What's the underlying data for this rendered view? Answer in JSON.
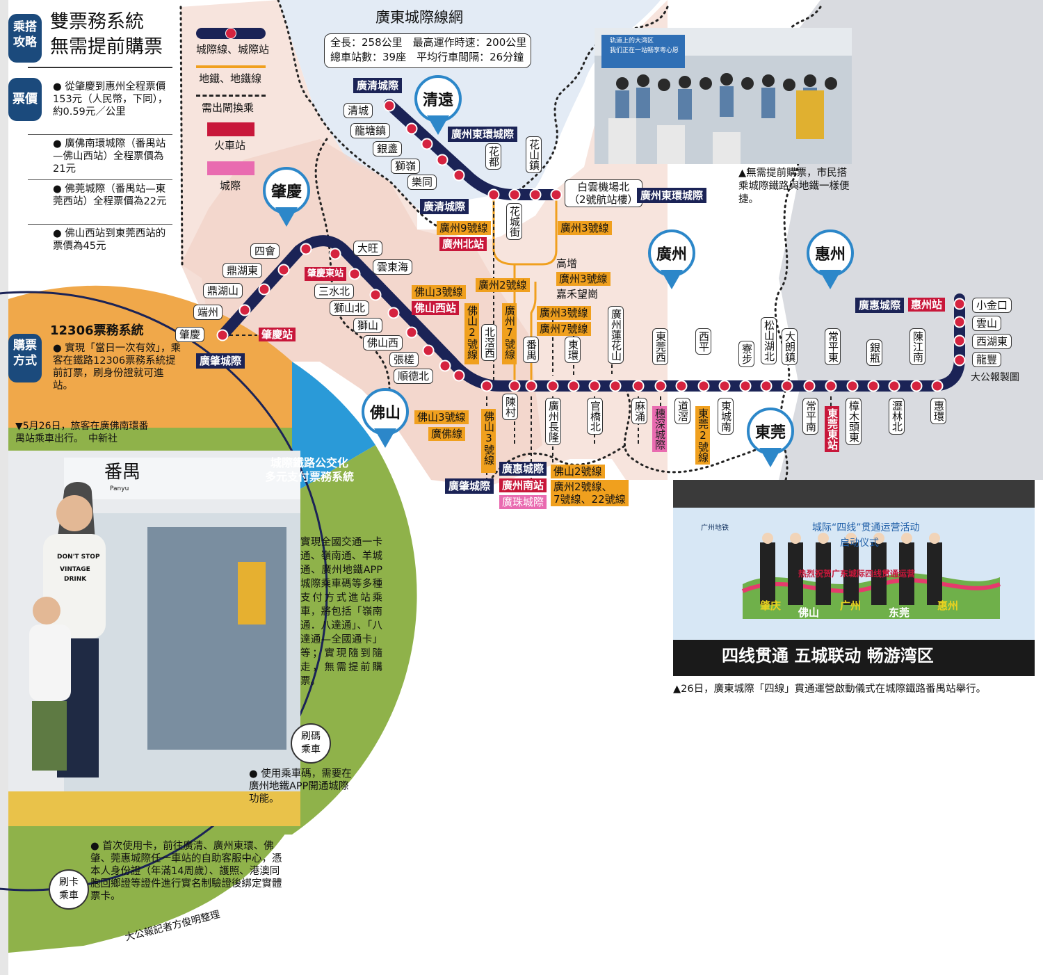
{
  "header": {
    "badge": "乘搭\n攻略",
    "title_line1": "雙票務系統",
    "title_line2": "無需提前購票"
  },
  "legend": {
    "intercity": "城際線、城際站",
    "metro": "地鐵、地鐵線",
    "transfer": "需出閘換乘",
    "train_station": "火車站",
    "intercity_key": "城際"
  },
  "network": {
    "title": "廣東城際線網",
    "stats_line1": "全長：258公里　最高運作時速：200公里",
    "stats_line2": "總車站數：39座　平均行車間隔：26分鐘"
  },
  "cities": [
    "清遠",
    "肇慶",
    "廣州",
    "惠州",
    "佛山",
    "東莞"
  ],
  "fares": {
    "label": "票價",
    "items": [
      "從肇慶到惠州全程票價153元（人民幣，下同），約0.59元／公里",
      "廣佛南環城際（番禺站—佛山西站）全程票價為21元",
      "佛莞城際（番禺站—東莞西站）全程票價為22元",
      "佛山西站到東莞西站的票價為45元"
    ]
  },
  "purchase": {
    "label": "購票方式",
    "system_title": "12306票務系統",
    "text": "實現「當日一次有效」，乘客在鐵路12306票務系統提前訂票，刷身份證就可進站。"
  },
  "photo1_caption": "▼5月26日，旅客在廣佛南環番禺站乘車出行。　中新社",
  "public_transport": {
    "title": "城際鐵路公交化\n多元支付票務系統",
    "text": "實現全國交通一卡通、嶺南通、羊城通、廣州地鐵APP城際乘車碼等多種支付方式進站乘車，將包括「嶺南通．八達通」、「八達通—全國通卡」等；實現隨到隨走，無需提前購票。"
  },
  "qr_code": {
    "label": "刷碼\n乘車",
    "text": "使用乘車碼，需要在廣州地鐵APP開通城際功能。"
  },
  "card": {
    "label": "刷卡\n乘車",
    "text": "首次使用卡，前往廣清、廣州東環、佛肇、莞惠城際任一車站的自助客服中心，憑本人身份證（年滿14周歲）、護照、港澳同胞回鄉證等證件進行實名制驗證後綁定實體票卡。"
  },
  "credit": "大公報記者方俊明整理",
  "map_credit": "大公報製圖",
  "photo2_caption": "▲無需提前購票，市民搭乘城際鐵路與地鐵一樣便捷。",
  "photo3_caption": "▲26日，廣東城際「四線」貫通運營啟動儀式在城際鐵路番禺站舉行。",
  "photo2_signs": [
    "轨道上的大湾区",
    "我们正在一站畅享粤心愿"
  ],
  "photo3_banner": "四线贯通 五城联动 畅游湾区",
  "photo3_title": "城际“四线”贯通运营活动",
  "photo3_sub": "启动仪式",
  "photo3_greet": "热烈祝贺广东城际四线贯通运营",
  "photo3_cities": [
    "肇庆",
    "佛山",
    "广州",
    "东莞",
    "惠州"
  ],
  "photo3_logo": "广州地铁",
  "photo1_sign": "番禺",
  "photo1_sign_en": "Panyu",
  "photo1_shirt": [
    "DON'T STOP",
    "VINTAGE",
    "DRINK"
  ],
  "labels": {
    "qingcheng_ic": "廣清城際",
    "qingcheng": "清城",
    "longtang": "龍塘鎮",
    "yinzhan": "銀盞",
    "shiling": "獅嶺",
    "letong": "樂同",
    "dhq_ic": "廣州東環城際",
    "huadu": "花都",
    "huashan": "花山鎮",
    "huacheng": "花城街",
    "baiyun": "白雲機場北\n（2號航站樓）",
    "dhq_ic2": "廣州東環城際",
    "gq_ic2": "廣清城際",
    "gz9": "廣州9號線",
    "gzbei": "廣州北站",
    "gz3a": "廣州3號線",
    "gaozeng": "高增",
    "gz3b": "廣州3號線",
    "jiahe": "嘉禾望崗",
    "gz3c": "廣州3號線",
    "gz7a": "廣州7號線",
    "gz2a": "廣州2號線",
    "sihui": "四會",
    "dinghudong": "鼎湖東",
    "dinghushan": "鼎湖山",
    "duanzhou": "端州",
    "zhaoqing": "肇慶",
    "zqstation": "肇慶站",
    "gzq_ic": "廣肇城際",
    "zqdong": "肇慶東站",
    "dawang": "大旺",
    "yundonghai": "雲東海",
    "sanshuibei": "三水北",
    "shishanbei": "獅山北",
    "shishan": "獅山",
    "foshanxi": "佛山西",
    "zhangcha": "張槎",
    "shundebei": "順德北",
    "fs3a": "佛山3號線",
    "fsxi_station": "佛山西站",
    "fs2": "佛山\n2\n號線",
    "beijiaoxi": "北滘西",
    "gz7b": "廣州\n7\n號線",
    "panyu": "番禺",
    "donghuan": "東環",
    "lianhuashan": "廣州蓮花山",
    "chencun": "陳村",
    "changlong": "廣州長隆",
    "guanqiaobei": "官橋北",
    "fs3b": "佛山3號線",
    "guangfo": "廣佛線",
    "fs3v": "佛山3號線",
    "gh_ic": "廣惠城際",
    "gzq_ic2": "廣肇城際",
    "gznan": "廣州南站",
    "gzh_ic": "廣珠城際",
    "fs2b": "佛山2號線",
    "gz_multi": "廣州2號線、\n7號線、22號線",
    "dongguanxi": "東莞西",
    "xiping": "西平",
    "liaobu": "寮步",
    "songshanhu": "松山湖北",
    "dalang": "大朗鎮",
    "changpingdong": "常平東",
    "yinping": "銀瓶",
    "chenjiang": "陳江南",
    "mayong": "麻涌",
    "suishen": "穗深城際",
    "daojiao": "道滘",
    "dg2": "東莞2號線",
    "dongchengnan": "東城南",
    "changpingnan": "常平南",
    "dgdong": "東莞東站",
    "zhangmutou": "樟木頭東",
    "lilinbei": "瀝林北",
    "huihuan": "惠環",
    "ghi_ic": "廣惠城際",
    "hzstation": "惠州站",
    "xiaojinkou": "小金口",
    "yunshan": "雲山",
    "xihudong": "西湖東",
    "longfeng": "龍豐"
  }
}
